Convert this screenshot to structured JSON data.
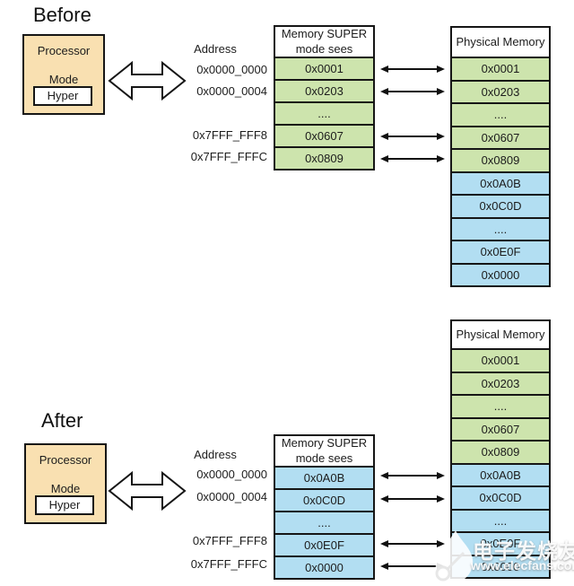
{
  "colors": {
    "green_cell": "#cde4ad",
    "blue_cell": "#b2def2",
    "processor_fill": "#f9e0b1",
    "border": "#161616"
  },
  "watermark": {
    "brand_cn": "电子发烧友",
    "brand_url": "www.elecfans.com"
  },
  "before": {
    "title": "Before",
    "processor": {
      "line1": "Processor",
      "line2": "Mode",
      "mode_label": "Hyper"
    },
    "address": {
      "label": "Address",
      "values": [
        "0x0000_0000",
        "0x0000_0004",
        "0x7FFF_FFF8",
        "0x7FFF_FFFC"
      ]
    },
    "super_table": {
      "header": "Memory SUPER mode sees",
      "rows": [
        "0x0001",
        "0x0203",
        "....",
        "0x0607",
        "0x0809"
      ]
    },
    "physical_table": {
      "header": "Physical Memory",
      "rows": [
        "0x0001",
        "0x0203",
        "....",
        "0x0607",
        "0x0809",
        "0x0A0B",
        "0x0C0D",
        "....",
        "0x0E0F",
        "0x0000"
      ]
    }
  },
  "after": {
    "title": "After",
    "processor": {
      "line1": "Processor",
      "line2": "Mode",
      "mode_label": "Hyper"
    },
    "address": {
      "label": "Address",
      "values": [
        "0x0000_0000",
        "0x0000_0004",
        "0x7FFF_FFF8",
        "0x7FFF_FFFC"
      ]
    },
    "super_table": {
      "header": "Memory SUPER mode sees",
      "rows": [
        "0x0A0B",
        "0x0C0D",
        "....",
        "0x0E0F",
        "0x0000"
      ]
    },
    "physical_table": {
      "header": "Physical Memory",
      "rows": [
        "0x0001",
        "0x0203",
        "....",
        "0x0607",
        "0x0809",
        "0x0A0B",
        "0x0C0D",
        "....",
        "0x0E0F",
        "0x0000"
      ]
    }
  }
}
